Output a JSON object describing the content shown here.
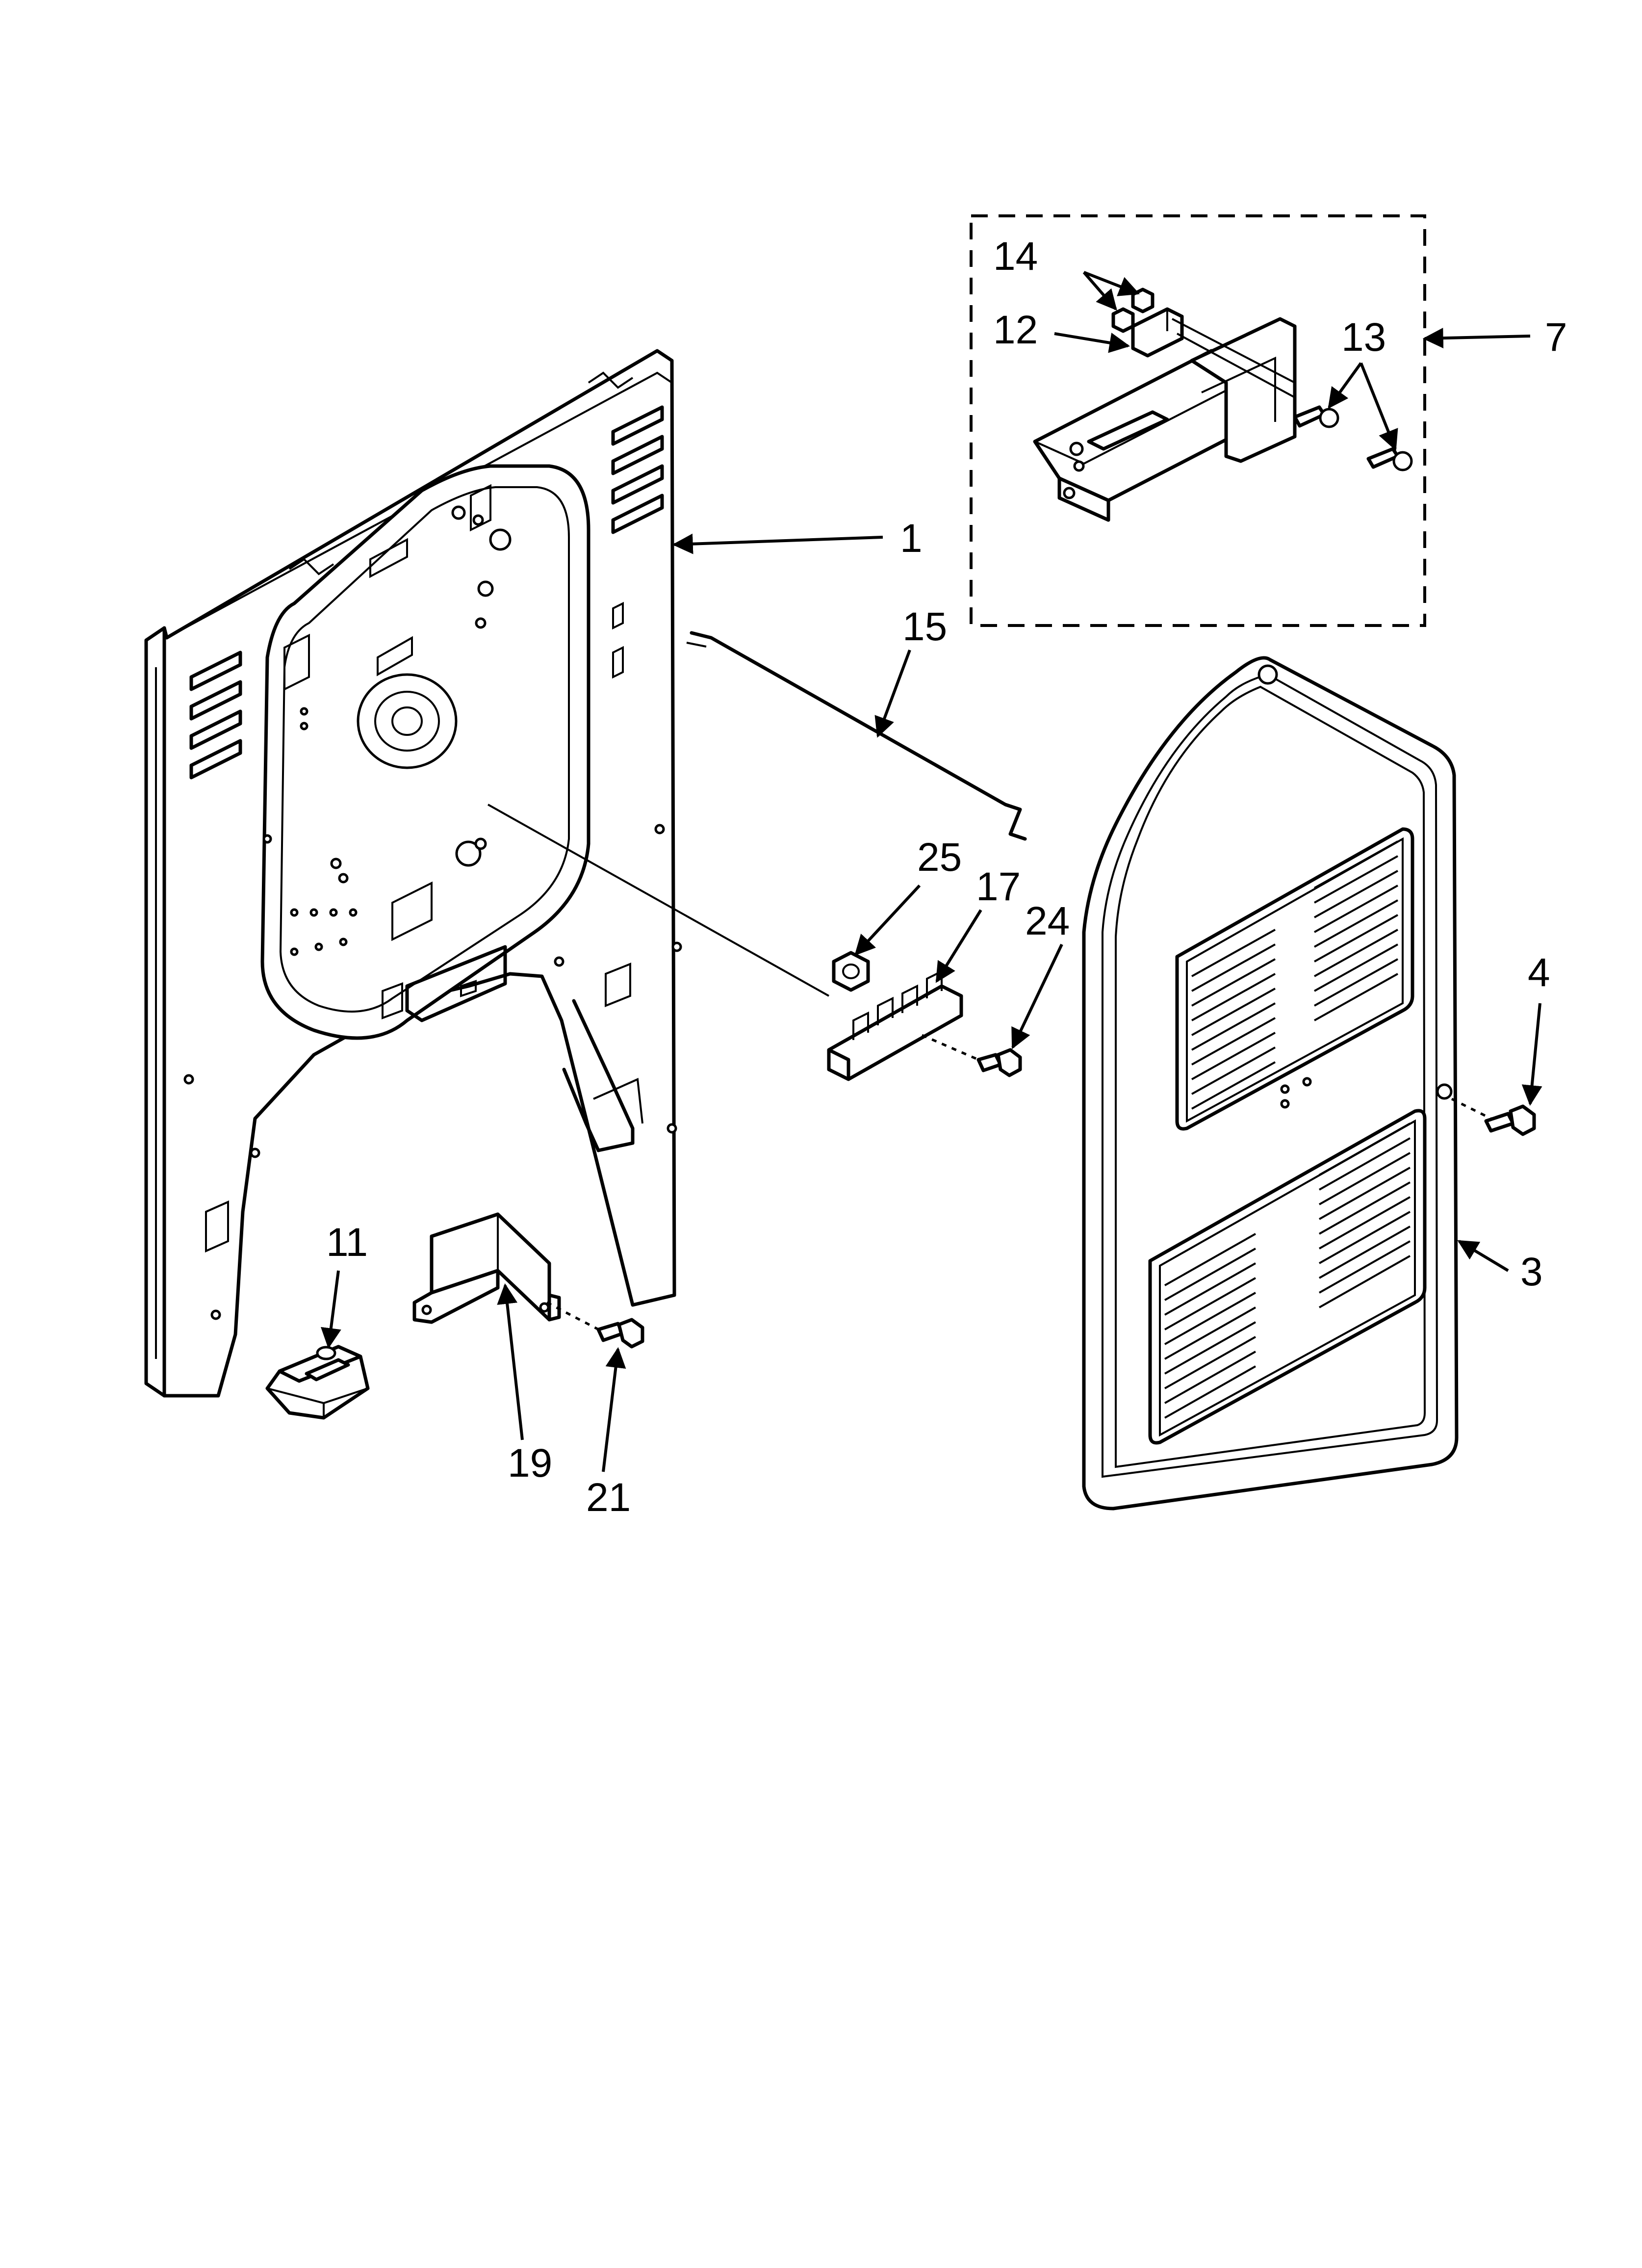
{
  "callouts": {
    "c1": "1",
    "c3": "3",
    "c4": "4",
    "c7": "7",
    "c11": "11",
    "c12": "12",
    "c13": "13",
    "c14": "14",
    "c15": "15",
    "c17": "17",
    "c19": "19",
    "c21": "21",
    "c24": "24",
    "c25": "25"
  },
  "colors": {
    "line": "#000000",
    "background": "#ffffff"
  }
}
